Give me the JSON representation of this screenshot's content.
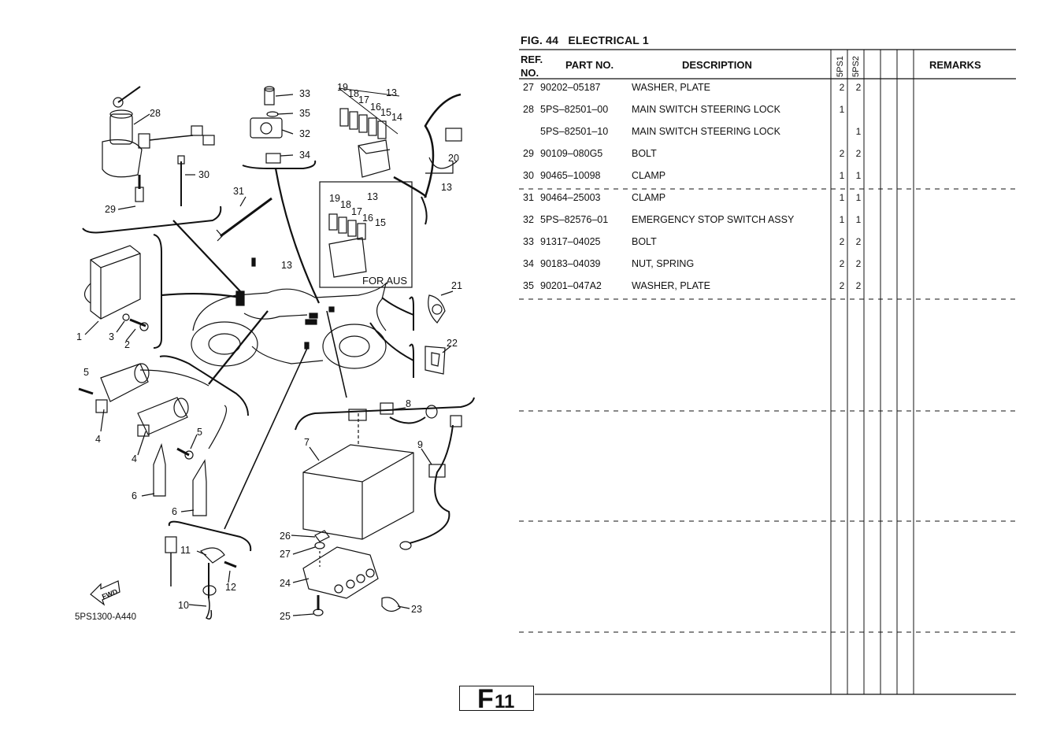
{
  "figure": {
    "label": "FIG.  44",
    "title": "ELECTRICAL 1",
    "code": "5PS1300-A440"
  },
  "table": {
    "headers": {
      "ref": "REF.",
      "ref_no": "NO.",
      "part_no": "PART NO.",
      "description": "DESCRIPTION",
      "model1": "5PS1",
      "model2": "5PS2",
      "remarks": "REMARKS"
    },
    "rows": [
      {
        "ref": "27",
        "part": "90202–05187",
        "desc": "WASHER, PLATE",
        "q1": "2",
        "q2": "2"
      },
      {
        "ref": "28",
        "part": "5PS–82501–00",
        "desc": "MAIN SWITCH STEERING LOCK",
        "q1": "1",
        "q2": ""
      },
      {
        "ref": "",
        "part": "5PS–82501–10",
        "desc": "MAIN SWITCH STEERING LOCK",
        "q1": "",
        "q2": "1"
      },
      {
        "ref": "29",
        "part": "90109–080G5",
        "desc": "BOLT",
        "q1": "2",
        "q2": "2"
      },
      {
        "ref": "30",
        "part": "90465–10098",
        "desc": "CLAMP",
        "q1": "1",
        "q2": "1"
      },
      {
        "ref": "31",
        "part": "90464–25003",
        "desc": "CLAMP",
        "q1": "1",
        "q2": "1"
      },
      {
        "ref": "32",
        "part": "5PS–82576–01",
        "desc": "EMERGENCY STOP SWITCH ASSY",
        "q1": "1",
        "q2": "1"
      },
      {
        "ref": "33",
        "part": "91317–04025",
        "desc": "BOLT",
        "q1": "2",
        "q2": "2"
      },
      {
        "ref": "34",
        "part": "90183–04039",
        "desc": "NUT, SPRING",
        "q1": "2",
        "q2": "2"
      },
      {
        "ref": "35",
        "part": "90201–047A2",
        "desc": "WASHER, PLATE",
        "q1": "2",
        "q2": "2"
      }
    ]
  },
  "page": {
    "letter": "F",
    "number": "11"
  },
  "callouts": {
    "c1": "1",
    "c2": "2",
    "c3": "3",
    "c4a": "4",
    "c4b": "4",
    "c5a": "5",
    "c5b": "5",
    "c6a": "6",
    "c6b": "6",
    "c7": "7",
    "c8": "8",
    "c9": "9",
    "c10": "10",
    "c11": "11",
    "c12": "12",
    "c13a": "13",
    "c13b": "13",
    "c13c": "13",
    "c13d": "13",
    "c14": "14",
    "c15a": "15",
    "c15b": "15",
    "c16a": "16",
    "c16b": "16",
    "c17a": "17",
    "c17b": "17",
    "c18a": "18",
    "c18b": "18",
    "c19a": "19",
    "c19b": "19",
    "c20": "20",
    "c21": "21",
    "c22": "22",
    "c23": "23",
    "c24": "24",
    "c25": "25",
    "c26": "26",
    "c27": "27",
    "c28": "28",
    "c29": "29",
    "c30": "30",
    "c31": "31",
    "c32": "32",
    "c33": "33",
    "c34": "34",
    "c35": "35",
    "for_aus": "FOR AUS",
    "fwd": "FWD"
  }
}
